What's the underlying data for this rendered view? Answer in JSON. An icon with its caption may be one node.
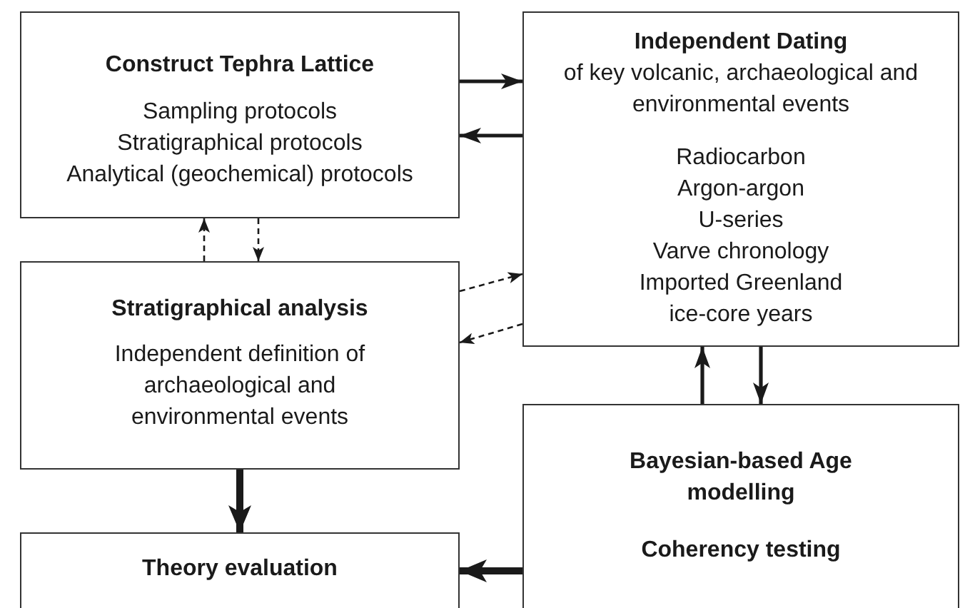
{
  "diagram": {
    "nodes": [
      {
        "text": [
          "Construct Tephra Lattice",
          "Sampling protocols",
          "Stratigraphical protocols",
          "Analytical (geochemical) protocols"
        ]
      },
      {
        "text": [
          "Independent Dating",
          "of key volcanic, archaeological and environmental events",
          "Radiocarbon",
          "Argon-argon",
          "U-series",
          "Varve chronology",
          "Imported Greenland ice-core years"
        ]
      },
      {
        "text": [
          "Stratigraphical analysis",
          "Independent definition of archaeological and environmental events"
        ]
      },
      {
        "text": [
          "Bayesian-based Age modelling",
          "Coherency testing"
        ]
      },
      {
        "text": [
          "Theory evaluation"
        ]
      }
    ],
    "edges": [
      {
        "from": 0,
        "to": 1,
        "arrow": "to"
      },
      {
        "from": 1,
        "to": 0,
        "arrow": "to"
      },
      {
        "from": 2,
        "to": 0,
        "arrow": "to",
        "style": "dashed"
      },
      {
        "from": 0,
        "to": 2,
        "arrow": "to",
        "style": "dashed"
      },
      {
        "from": 2,
        "to": 1,
        "arrow": "to",
        "style": "dashed"
      },
      {
        "from": 1,
        "to": 2,
        "arrow": "to",
        "style": "dashed"
      },
      {
        "from": 1,
        "to": 3,
        "arrow": "to"
      },
      {
        "from": 3,
        "to": 1,
        "arrow": "to"
      },
      {
        "from": 2,
        "to": 4,
        "arrow": "to",
        "style": "thick"
      },
      {
        "from": 3,
        "to": 4,
        "arrow": "to",
        "style": "thick"
      }
    ]
  }
}
